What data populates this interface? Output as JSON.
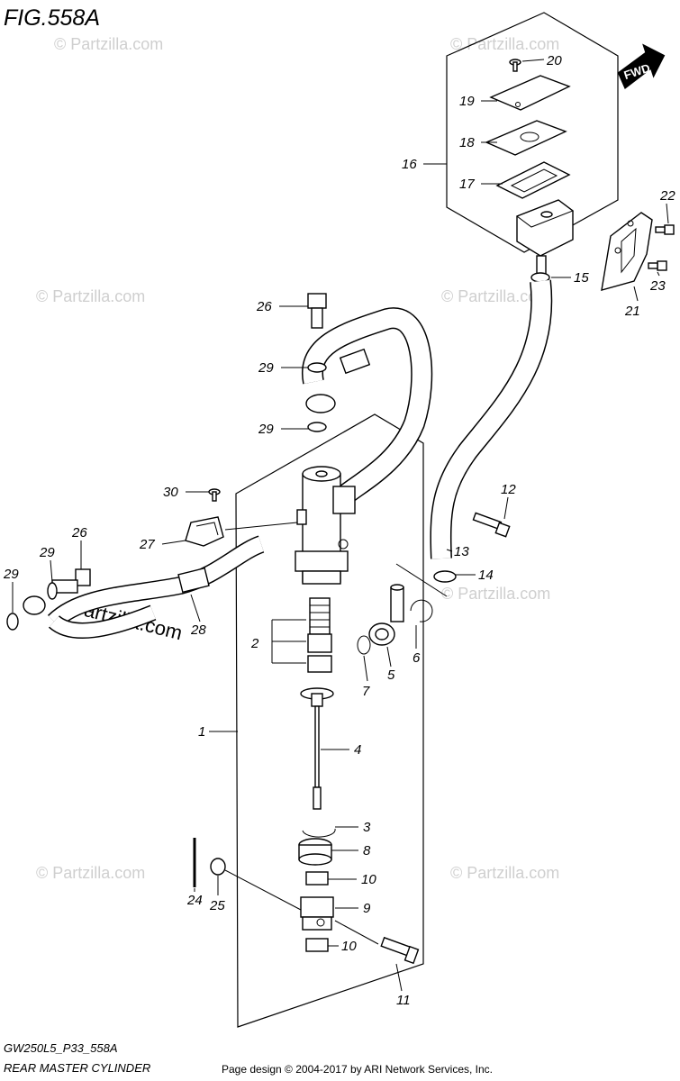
{
  "figure": {
    "title": "FIG.558A",
    "fwd_label": "FWD",
    "diagram_code": "GW250L5_P33_558A",
    "diagram_name": "REAR MASTER CYLINDER",
    "copyright": "Page design © 2004-2017 by ARI Network Services, Inc."
  },
  "watermarks": {
    "small": "© Partzilla.com",
    "large": "Partzilla.com"
  },
  "callouts": [
    {
      "id": "c20",
      "label": "20"
    },
    {
      "id": "c19",
      "label": "19"
    },
    {
      "id": "c18",
      "label": "18"
    },
    {
      "id": "c16",
      "label": "16"
    },
    {
      "id": "c17",
      "label": "17"
    },
    {
      "id": "c22",
      "label": "22"
    },
    {
      "id": "c23",
      "label": "23"
    },
    {
      "id": "c15",
      "label": "15"
    },
    {
      "id": "c21",
      "label": "21"
    },
    {
      "id": "c26a",
      "label": "26"
    },
    {
      "id": "c29a",
      "label": "29"
    },
    {
      "id": "c29b",
      "label": "29"
    },
    {
      "id": "c30",
      "label": "30"
    },
    {
      "id": "c27",
      "label": "27"
    },
    {
      "id": "c12",
      "label": "12"
    },
    {
      "id": "c13",
      "label": "13"
    },
    {
      "id": "c14",
      "label": "14"
    },
    {
      "id": "c26b",
      "label": "26"
    },
    {
      "id": "c29c",
      "label": "29"
    },
    {
      "id": "c29d",
      "label": "29"
    },
    {
      "id": "c28",
      "label": "28"
    },
    {
      "id": "c2",
      "label": "2"
    },
    {
      "id": "c7",
      "label": "7"
    },
    {
      "id": "c5",
      "label": "5"
    },
    {
      "id": "c6",
      "label": "6"
    },
    {
      "id": "c1",
      "label": "1"
    },
    {
      "id": "c4",
      "label": "4"
    },
    {
      "id": "c3",
      "label": "3"
    },
    {
      "id": "c8",
      "label": "8"
    },
    {
      "id": "c24",
      "label": "24"
    },
    {
      "id": "c25",
      "label": "25"
    },
    {
      "id": "c10a",
      "label": "10"
    },
    {
      "id": "c9",
      "label": "9"
    },
    {
      "id": "c10b",
      "label": "10"
    },
    {
      "id": "c11",
      "label": "11"
    }
  ]
}
